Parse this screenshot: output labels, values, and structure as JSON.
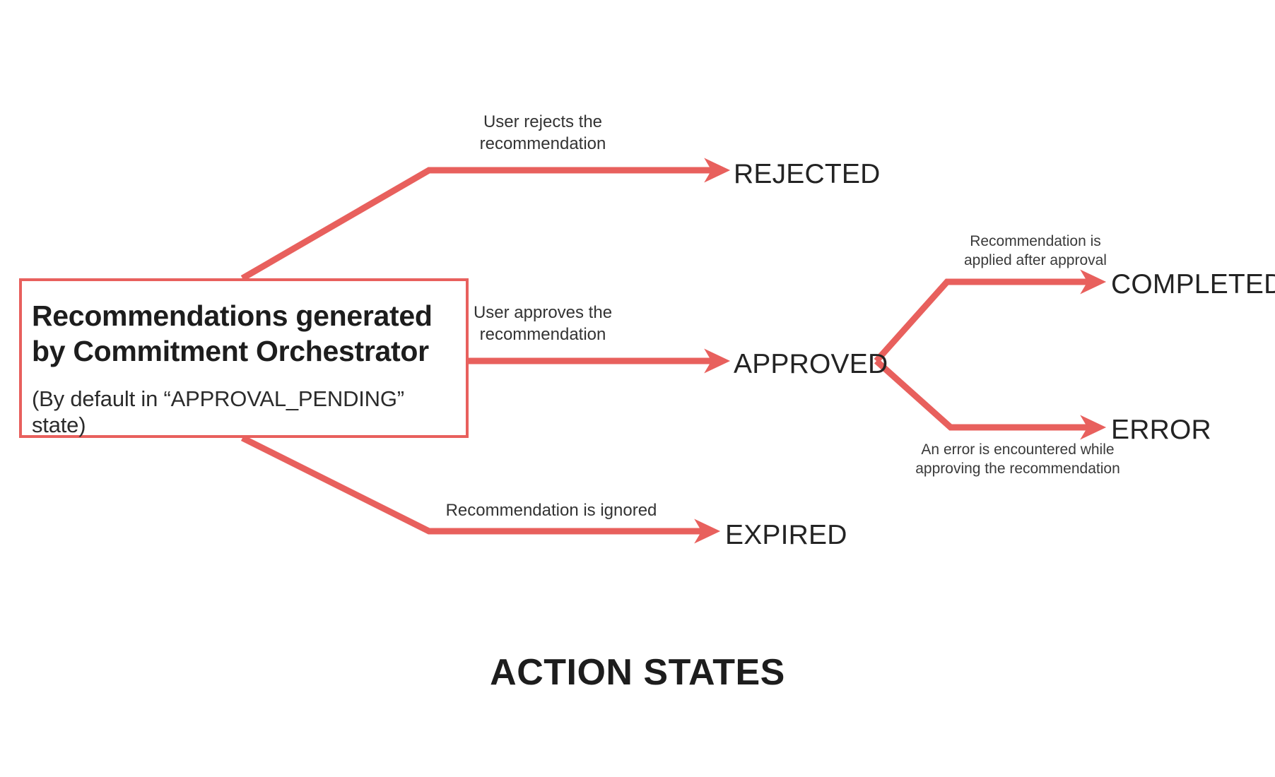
{
  "diagram": {
    "title": "ACTION STATES",
    "accent_color": "#e8605d",
    "text_color": "#232323",
    "background_color": "#ffffff",
    "source_node": {
      "title_line1": "Recommendations generated",
      "title_line2": "by Commitment Orchestrator",
      "subtitle": "(By default in “APPROVAL_PENDING” state)"
    },
    "states": {
      "rejected": "REJECTED",
      "approved": "APPROVED",
      "expired": "EXPIRED",
      "completed": "COMPLETED",
      "error": "ERROR"
    },
    "transitions": {
      "to_rejected": "User rejects the\nrecommendation",
      "to_approved": "User approves the\nrecommendation",
      "to_expired": "Recommendation is ignored",
      "to_completed": "Recommendation is\napplied after approval",
      "to_error": "An error is encountered while\napproving the recommendation"
    }
  }
}
